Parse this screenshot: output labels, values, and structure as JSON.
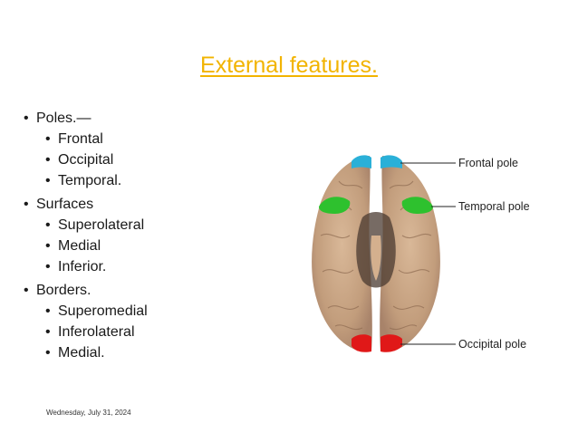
{
  "slide": {
    "title": "External features.",
    "date": "Wednesday, July 31, 2024",
    "bullets": [
      {
        "level": 1,
        "text": "Poles.—"
      },
      {
        "level": 2,
        "text": "Frontal"
      },
      {
        "level": 2,
        "text": "Occipital"
      },
      {
        "level": 2,
        "text": "Temporal."
      },
      {
        "level": 1,
        "text": "Surfaces"
      },
      {
        "level": 2,
        "text": "Superolateral"
      },
      {
        "level": 2,
        "text": "Medial"
      },
      {
        "level": 2,
        "text": "Inferior."
      },
      {
        "level": 1,
        "text": "Borders."
      },
      {
        "level": 2,
        "text": "Superomedial"
      },
      {
        "level": 2,
        "text": "Inferolateral"
      },
      {
        "level": 2,
        "text": "Medial."
      }
    ]
  },
  "figure": {
    "labels": {
      "frontal": "Frontal pole",
      "temporal": "Temporal pole",
      "occipital": "Occipital pole"
    },
    "colors": {
      "frontal": "#2ab0d8",
      "temporal": "#2ec12e",
      "occipital": "#e01818",
      "brain": "#c9a585"
    }
  }
}
